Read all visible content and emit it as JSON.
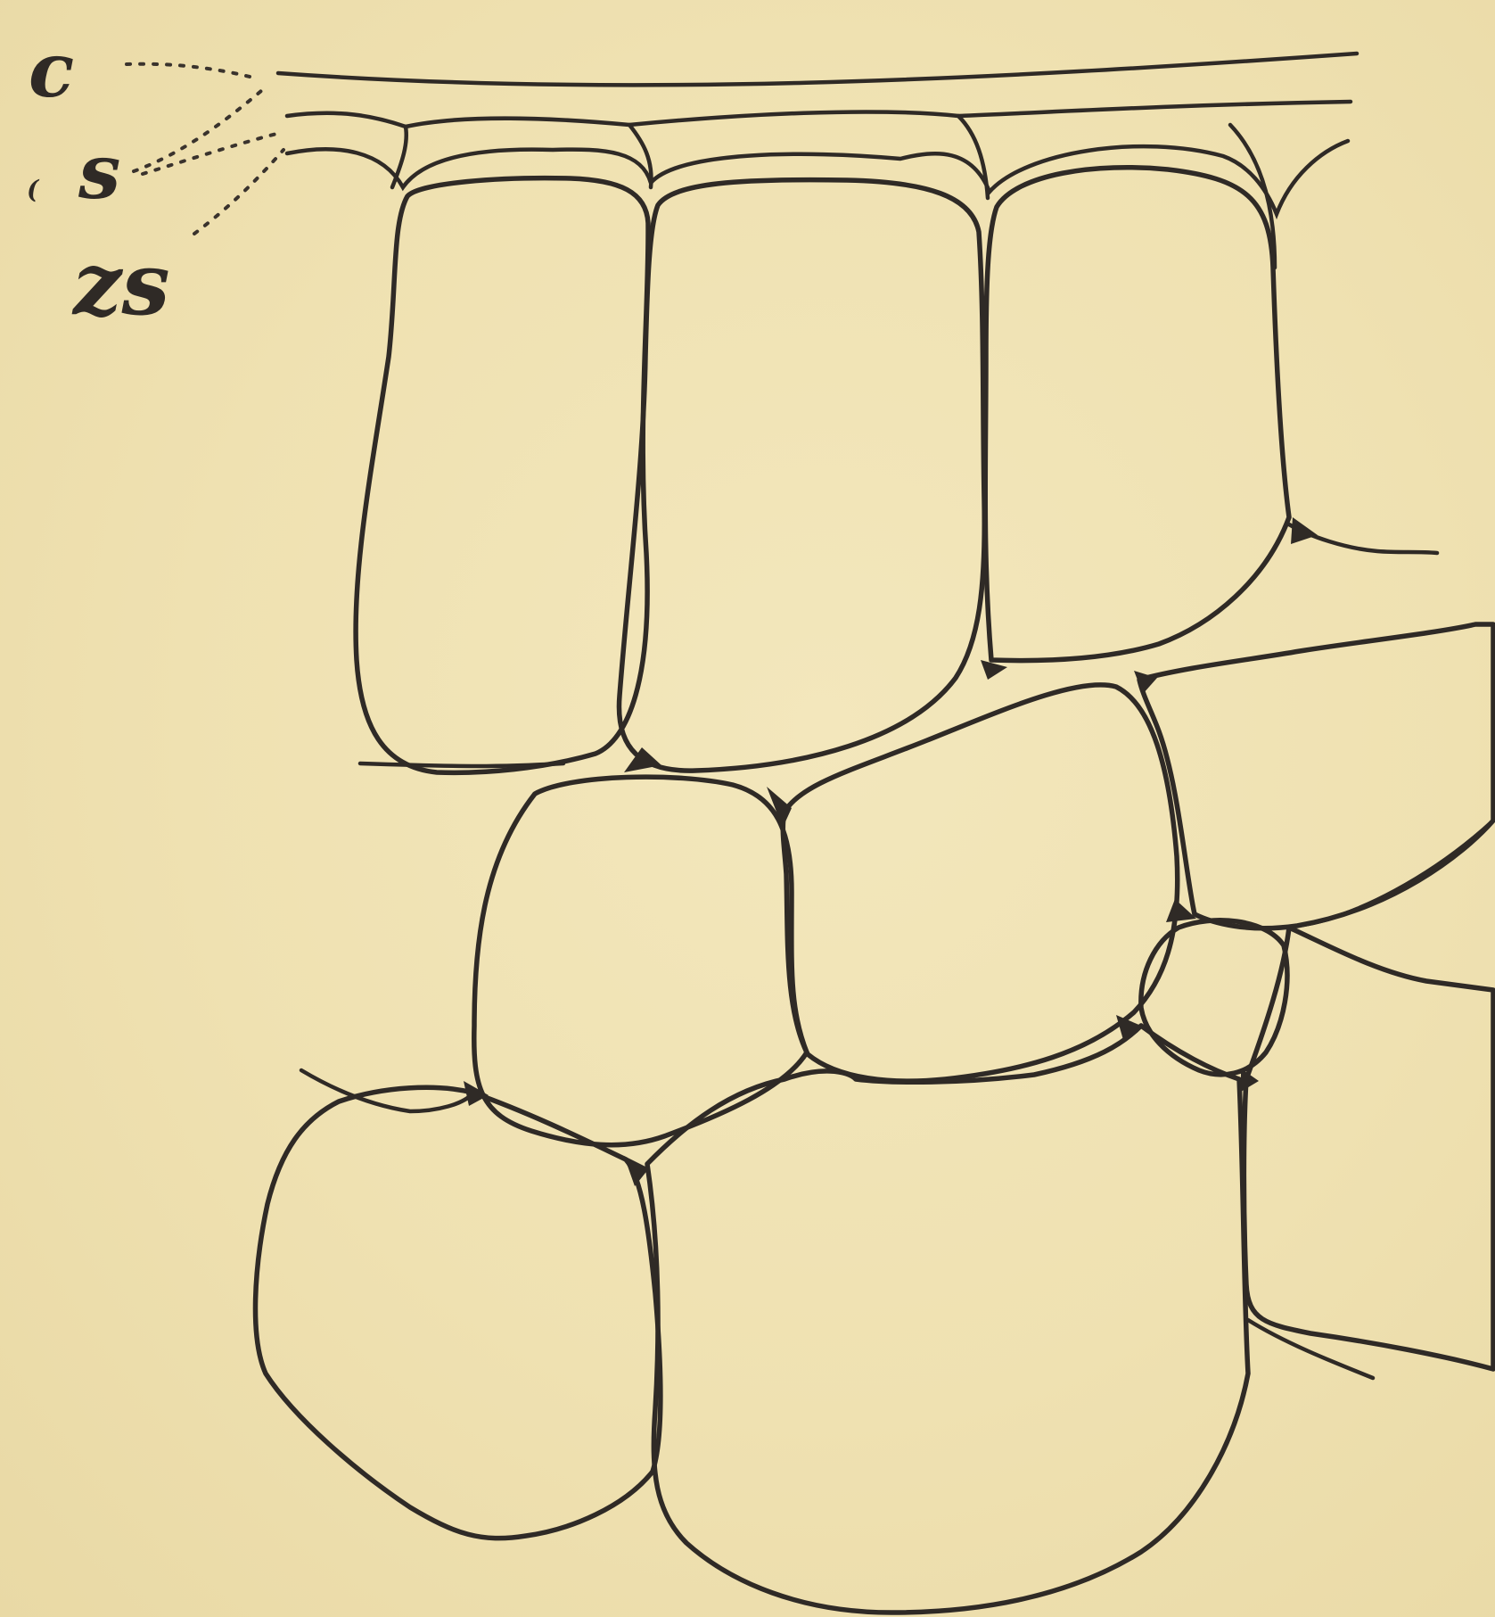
{
  "labels": {
    "cuticle": "c",
    "layer_s": "s",
    "layer_zs": "zs"
  },
  "colors": {
    "paper": "#efe2b3",
    "ink": "#2f2a26"
  }
}
